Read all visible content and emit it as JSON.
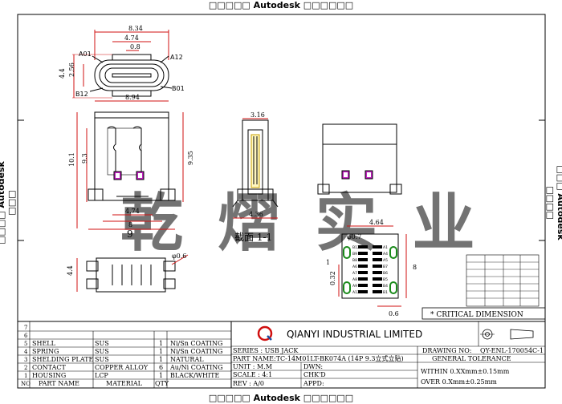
{
  "watermark": {
    "text": "Autodesk"
  },
  "top_view": {
    "dims": {
      "overall_width": "8.34",
      "inner_width": "4.74",
      "pin_pitch": "0.8",
      "height_outer": "4.4",
      "height_inner": "2.56"
    },
    "pins": {
      "top_left": "A01",
      "top_right": "A12",
      "bottom_left": "B12",
      "bottom_right": "B01"
    }
  },
  "front_view": {
    "dims": {
      "width": "8.94",
      "height_left": "10.1",
      "height_inner": "9.3",
      "height_right": "9.35",
      "bottom_inner": "4.74",
      "bottom_mid": "8",
      "bottom_outer": "9"
    }
  },
  "side_view": {
    "dims": {
      "top": "3.16",
      "bottom": "4.36"
    },
    "section_label": "截面 1-1"
  },
  "footprint": {
    "dims": {
      "width": "4.64",
      "slot": "φ0.7",
      "height": "8",
      "pad_gap": "0.32",
      "pitch": "0.6",
      "pad_size": "1"
    },
    "pads": [
      "B12",
      "A1",
      "B9",
      "A4",
      "B8",
      "A5",
      "A6",
      "B7",
      "A7",
      "B6",
      "A8",
      "B5",
      "A9",
      "B4",
      "A12",
      "B1"
    ]
  },
  "bottom_view": {
    "dims": {
      "height": "4.4",
      "hole": "φ0.6"
    }
  },
  "watermark_brand": "乾 熠 实 业",
  "critical": "* CRITICAL DIMENSION",
  "bom": {
    "rows": [
      {
        "no": "7",
        "name": "",
        "material": "",
        "qty": "",
        "finish": ""
      },
      {
        "no": "6",
        "name": "",
        "material": "",
        "qty": "",
        "finish": ""
      },
      {
        "no": "5",
        "name": "SHELL",
        "material": "SUS",
        "qty": "1",
        "finish": "Ni/Sn COATING"
      },
      {
        "no": "4",
        "name": "SPRING",
        "material": "SUS",
        "qty": "1",
        "finish": "Ni/Sn COATING"
      },
      {
        "no": "3",
        "name": "SHELDING PLATE",
        "material": "SUS",
        "qty": "1",
        "finish": "NATURAL"
      },
      {
        "no": "2",
        "name": "CONTACT",
        "material": "COPPER ALLOY",
        "qty": "6",
        "finish": "Au/Ni COATING"
      },
      {
        "no": "1",
        "name": "HOUSING",
        "material": "LCP",
        "qty": "1",
        "finish": "BLACK/WHITE"
      }
    ],
    "header": {
      "no": "NO",
      "name": "PART NAME",
      "material": "MATERIAL",
      "qty": "QTY",
      "finish": ""
    }
  },
  "title_block": {
    "company": "QIANYI  INDUSTRIAL  LIMITED",
    "series": "SERIES : USB JACK",
    "part_name": "PART NAME:TC-14M01LT-BK074A (14P  9.3立式立贴)",
    "unit": "UNIT : M.M",
    "scale": "SCALE : 4:1",
    "rev": "REV  : A/0",
    "dwn": "DWN:",
    "chkd": "CHK'D",
    "appd": "APPD:",
    "drawing_no_label": "DRAWING NO:",
    "drawing_no": "QY-ENL-170054C-1",
    "tolerance_title": "GENERAL TOLERANCE",
    "tol_within": "WITHIN  0.XXmm±0.15mm",
    "tol_over": "OVER   0.Xmm±0.25mm"
  },
  "colors": {
    "line": "#000000",
    "dim_red": "#d01010",
    "pad_green": "#1a8a1a",
    "pad_purple": "#c020c0",
    "brand_cyan": "#3cc4dc"
  }
}
